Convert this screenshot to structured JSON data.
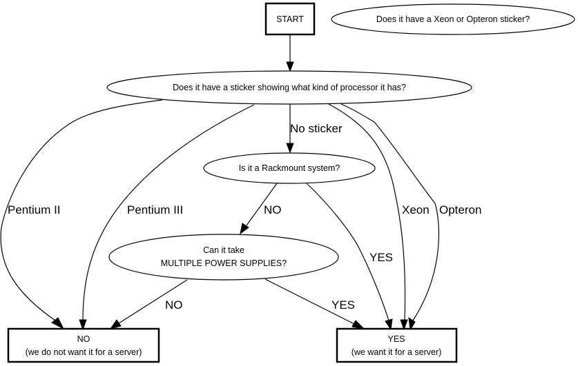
{
  "nodes": {
    "start": {
      "label": "START",
      "shape": "box-bold"
    },
    "legend_note": {
      "label": "Does it have a Xeon or Opteron sticker?",
      "shape": "ellipse"
    },
    "sticker_question": {
      "label": "Does it have a sticker showing what kind of processor it has?",
      "shape": "ellipse"
    },
    "rackmount_question": {
      "label": "Is it a Rackmount system?",
      "shape": "ellipse"
    },
    "power_supplies_question": {
      "line1": "Can it take",
      "line2": "MULTIPLE POWER SUPPLIES?",
      "shape": "ellipse"
    },
    "no_result": {
      "line1": "NO",
      "line2": "(we do not want it for a server)",
      "shape": "box-bold"
    },
    "yes_result": {
      "line1": "YES",
      "line2": "(we want it for a server)",
      "shape": "box-bold"
    }
  },
  "edges": [
    {
      "from": "start",
      "to": "sticker_question",
      "label": ""
    },
    {
      "from": "sticker_question",
      "to": "rackmount_question",
      "label": "No sticker"
    },
    {
      "from": "sticker_question",
      "to": "no_result",
      "label": "Pentium II"
    },
    {
      "from": "sticker_question",
      "to": "no_result",
      "label": "Pentium III"
    },
    {
      "from": "sticker_question",
      "to": "yes_result",
      "label": "Xeon"
    },
    {
      "from": "sticker_question",
      "to": "yes_result",
      "label": "Opteron"
    },
    {
      "from": "rackmount_question",
      "to": "power_supplies_question",
      "label": "NO"
    },
    {
      "from": "rackmount_question",
      "to": "yes_result",
      "label": "YES"
    },
    {
      "from": "power_supplies_question",
      "to": "no_result",
      "label": "NO"
    },
    {
      "from": "power_supplies_question",
      "to": "yes_result",
      "label": "YES"
    }
  ]
}
